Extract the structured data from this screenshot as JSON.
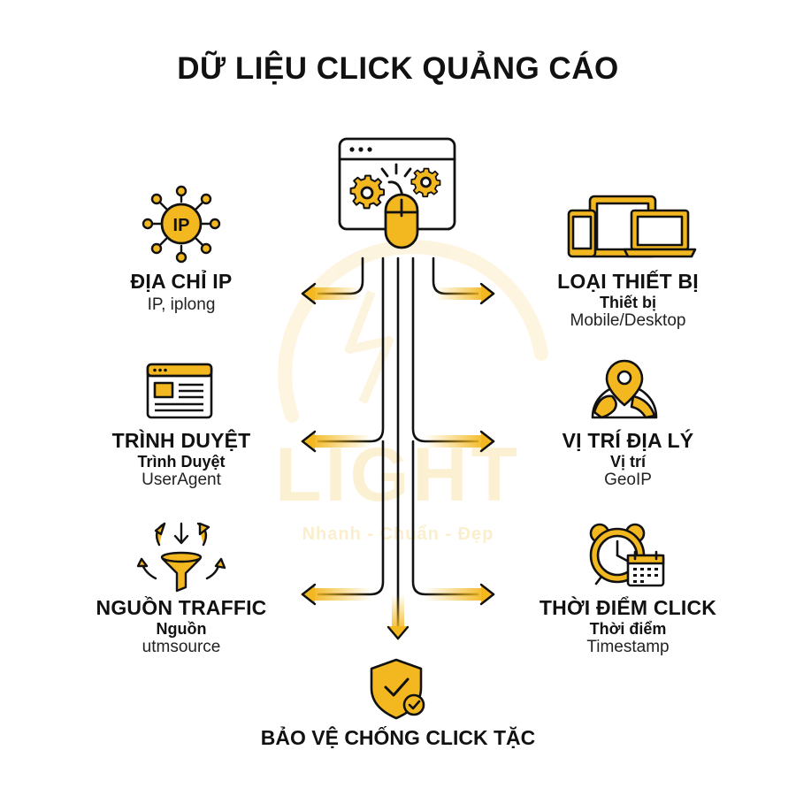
{
  "title": "DỮ LIỆU CLICK QUẢNG CÁO",
  "watermark": {
    "brand": "LIGHT",
    "slogan": "Nhanh - Chuẩn - Đẹp"
  },
  "nodes": {
    "ip": {
      "heading": "ĐỊA CHỈ IP",
      "detail": "IP, iplong",
      "icon": "ip-network-icon"
    },
    "device": {
      "heading": "LOẠI THIẾT BỊ",
      "sub": "Thiết bị",
      "detail": "Mobile/Desktop",
      "icon": "devices-icon"
    },
    "browser": {
      "heading": "TRÌNH DUYỆT",
      "sub": "Trình Duyệt",
      "detail": "UserAgent",
      "icon": "browser-window-icon"
    },
    "geo": {
      "heading": "VỊ TRÍ ĐỊA LÝ",
      "sub": "Vị trí",
      "detail": "GeoIP",
      "icon": "location-globe-icon"
    },
    "traffic": {
      "heading": "NGUỒN TRAFFIC",
      "sub": "Nguồn",
      "detail": "utmsource",
      "icon": "funnel-icon"
    },
    "time": {
      "heading": "THỜI ĐIỂM CLICK",
      "sub": "Thời điểm",
      "detail": "Timestamp",
      "icon": "alarm-calendar-icon"
    }
  },
  "result": {
    "label": "BẢO VỆ CHỐNG CLICK TẶC",
    "icon": "shield-check-icon"
  },
  "colors": {
    "accent": "#f3b81f",
    "ink": "#111111",
    "watermark": "#fbecc4"
  }
}
